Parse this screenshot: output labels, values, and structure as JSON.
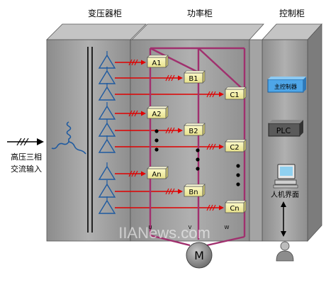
{
  "headers": {
    "transformer_cabinet": "变压器柜",
    "power_cabinet": "功率柜",
    "control_cabinet": "控制柜"
  },
  "input_label": [
    "高压三相",
    "交流输入"
  ],
  "cells": {
    "A": [
      "A1",
      "A2",
      "An"
    ],
    "B": [
      "B1",
      "B2",
      "Bn"
    ],
    "C": [
      "C1",
      "C2",
      "Cn"
    ]
  },
  "phase_labels": {
    "u": "U",
    "v": "V",
    "w": "W"
  },
  "motor_label": "M",
  "main_controller": "主控制器",
  "plc": "PLC",
  "hmi": "人机界面",
  "watermark": "IIANews.com",
  "colors": {
    "cabinet": "#9c9c9c",
    "arrow": "#e00000",
    "cell": "#f5f2a8",
    "motor_wiring": "#a0306e",
    "transformer_blue": "#1e5aa0"
  }
}
